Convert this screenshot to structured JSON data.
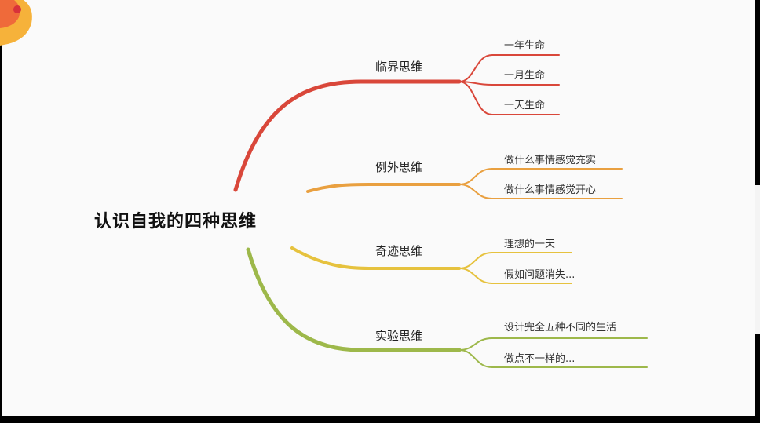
{
  "mindmap": {
    "root": "认识自我的四种思维",
    "branches": [
      {
        "label": "临界思维",
        "color": "#d9473a",
        "leaves": [
          "一年生命",
          "一月生命",
          "一天生命"
        ]
      },
      {
        "label": "例外思维",
        "color": "#e9a040",
        "leaves": [
          "做什么事情感觉充实",
          "做什么事情感觉开心"
        ]
      },
      {
        "label": "奇迹思维",
        "color": "#e6c23e",
        "leaves": [
          "理想的一天",
          "假如问题消失..."
        ]
      },
      {
        "label": "实验思维",
        "color": "#9db84a",
        "leaves": [
          "设计完全五种不同的生活",
          "做点不一样的..."
        ]
      }
    ]
  }
}
